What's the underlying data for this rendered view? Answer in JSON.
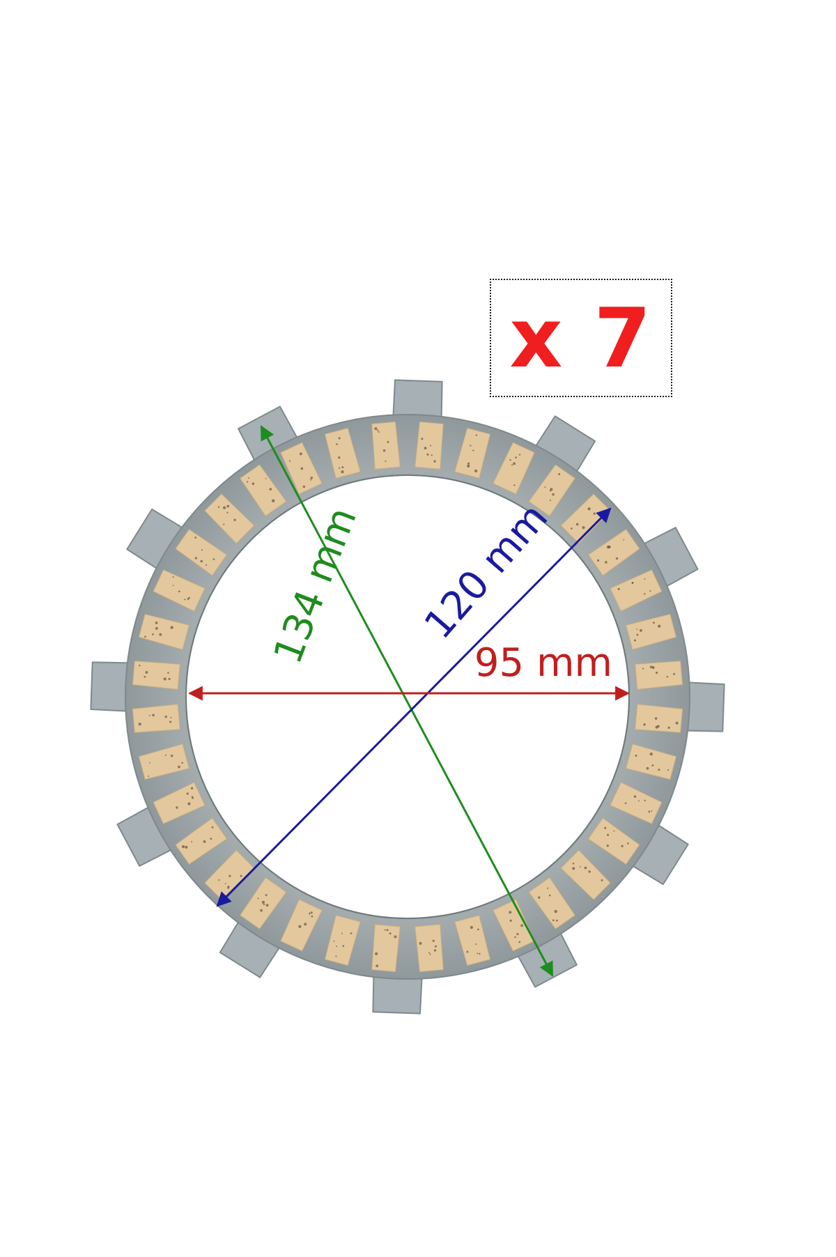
{
  "quantity": {
    "label": "x 7",
    "color": "#f01e1e"
  },
  "dimensions": {
    "outer": {
      "label": "134 mm",
      "color": "#1e8c1e"
    },
    "middle": {
      "label": "120 mm",
      "color": "#1a1aa0"
    },
    "inner": {
      "label": "95 mm",
      "color": "#c21e1e"
    }
  },
  "part": {
    "description_icon": "clutch-friction-plate",
    "tab_count": 12,
    "pad_count": 36,
    "colors": {
      "plate": "#9ea6a8",
      "plate_edge": "#7f898c",
      "tab": "#a7b0b4",
      "pad": "#e3c89e",
      "pad_speckle": "#5a4a38"
    }
  }
}
